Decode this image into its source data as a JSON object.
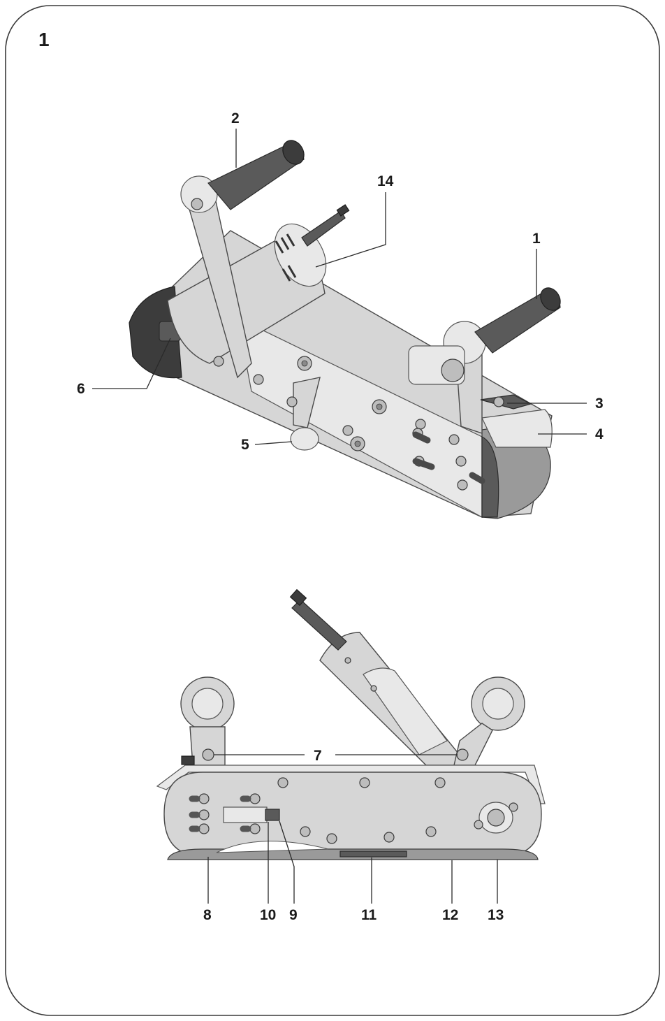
{
  "figure": {
    "number": "1",
    "callouts": {
      "c1": "1",
      "c2": "2",
      "c3": "3",
      "c4": "4",
      "c5": "5",
      "c6": "6",
      "c7": "7",
      "c8": "8",
      "c9": "9",
      "c10": "10",
      "c11": "11",
      "c12": "12",
      "c13": "13",
      "c14": "14"
    }
  }
}
